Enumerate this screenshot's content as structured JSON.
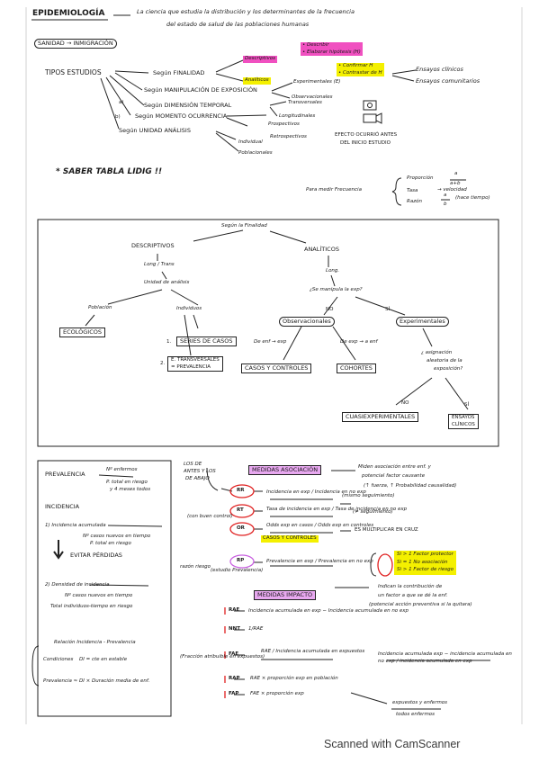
{
  "colors": {
    "ink": "#1a1a1a",
    "pink": "#f050c0",
    "yellow": "#f4f000",
    "red": "#e02020",
    "violet": "#c860e0"
  },
  "header": {
    "title": "EPIDEMIOLOGÍA",
    "def1": "La ciencia que estudia la distribución y los determinantes de la frecuencia",
    "def2": "del estado de salud de las poblaciones humanas"
  },
  "left": {
    "sanidad": "SANIDAD → INMIGRACIÓN",
    "tipos": "TIPOS ESTUDIOS",
    "finalidad": "Según FINALIDAD",
    "manipulacion": "Según MANIPULACIÓN DE EXPOSICIÓN",
    "temporal": "Según DIMENSIÓN TEMPORAL",
    "momento": "Según MOMENTO OCURRENCIA",
    "unidad": "Según UNIDAD ANÁLISIS",
    "num_a": "a)",
    "num_b": "b)"
  },
  "mid": {
    "descriptivos": "Descriptivos",
    "analiticos": "Analíticos",
    "describir1": "• Describir",
    "describir2": "• Elaborar hipótesis (H)",
    "confirmar1": "• Confirmar H",
    "confirmar2": "• Contrastar de H",
    "experimentales": "Experimentales (E)",
    "observacionales": "Observacionales",
    "transversales": "Transversales",
    "longitudinales": "Longitudinales",
    "prospectivos": "Prospectivos",
    "retrospectivos": "Retrospectivos",
    "individual": "Individual",
    "poblacionales": "Poblacionales"
  },
  "right": {
    "ensayos": "Ensayos clínicos",
    "ensayos2": "Ensayos comunitarios",
    "efecto1": "EFECTO OCURRIÓ ANTES",
    "efecto2": "DEL INICIO ESTUDIO"
  },
  "saber": "* SABER TABLA LIDIG !!",
  "freq": {
    "medir": "Para medir Frecuencia",
    "proporcion": "Proporción",
    "prop_num": "a",
    "prop_den": "a+b",
    "tasa": "Tasa",
    "tasa_note": "→ velocidad",
    "tasa_note2": "(hace tiempo)",
    "razon": "Razón",
    "razon_num": "a",
    "razon_den": "b"
  },
  "tree": {
    "root": "Según la Finalidad",
    "descriptivos": "DESCRIPTIVOS",
    "analiticos": "ANALÍTICOS",
    "d_sub": "Long / Trans",
    "unidad": "Unidad de análisis",
    "poblacion": "Población",
    "individuos": "Individuos",
    "ecologicos": "ECOLÓGICOS",
    "series": "SERIES DE CASOS",
    "transversales": "E. TRANSVERSALES",
    "prevalencia": "= PREVALENCIA",
    "n1": "1.",
    "n2": "2.",
    "a_sub": "Long.",
    "se_manipula": "¿Se manipula la exp?",
    "no": "NO",
    "si": "SÍ",
    "observacionales": "Observacionales",
    "experimentales": "Experimentales",
    "de_enf": "De enf → exp",
    "de_exp": "De exp → a enf",
    "casos": "CASOS Y CONTROLES",
    "cohortes": "COHORTES",
    "asignacion1": "¿ asignación",
    "asignacion2": "aleatoria de la",
    "asignacion3": "exposición?",
    "cuasi": "CUASIEXPERIMENTALES",
    "no2": "NO",
    "si2": "SÍ",
    "ensayos": "ENSAYOS",
    "ensayos2": "CLÍNICOS"
  },
  "bottom_left": {
    "prevalencia": "PREVALENCIA",
    "prev_num": "Nº enfermos",
    "prev_den1": "P. total en riesgo",
    "prev_den2": "y 4 meses todos",
    "incidencia": "INCIDENCIA",
    "inc1": "1) Incidencia acumulada",
    "inc1_num": "Nº casos nuevos en tiempo",
    "inc1_den": "P. total en riesgo",
    "evitar": "EVITAR PÉRDIDAS",
    "inc2": "2) Densidad de incidencia",
    "inc2_num": "Nº casos nuevos en tiempo",
    "inc2_den": "Total individuos-tiempo en riesgo",
    "rel": "Relación Incidencia - Prevalencia",
    "rel1": "Condiciones",
    "rel1b": "DI = cte en estable",
    "rel2": "Prevalencia ≈ DI × Duración media de enf."
  },
  "bottom_right": {
    "antes": "LOS DE",
    "antes2": "ANTES Y LOS",
    "antes3": "DE ABAJO",
    "asociacion": "MEDIDAS ASOCIACIÓN",
    "asoc_note1": "Miden asociación entre enf. y",
    "asoc_note2": "potencial factor causante",
    "asoc_note3": "(↑ fuerza, ↑ Probabilidad causalidad)",
    "rr": "RR",
    "rr_text": "Incidencia en exp / Incidencia en no exp",
    "rr_note": "(mismo seguimiento)",
    "rt": "RT",
    "rt_text": "Tasa de incidencia en exp / Tasa de incidencia en no exp",
    "rt_note": "(≠ seguimiento)",
    "rt_side": "(con buen control)",
    "or": "OR",
    "or_text": "Odds exp en casos / Odds exp en controles",
    "or_note": "ES MULTIPLICAR EN CRUZ",
    "casos": "CASOS Y CONTROLES",
    "rp": "RP",
    "rp_text": "Prevalencia en exp / Prevalencia en no exp",
    "rp_side": "(estudio Prevalencia)",
    "rp_side2": "razón riesgo",
    "yellow1": "Si > 1 Factor protector",
    "yellow2": "Si = 1 No asociación",
    "yellow3": "Si > 1 Factor de riesgo",
    "impacto": "MEDIDAS IMPACTO",
    "imp_note1": "Indican la contribución de",
    "imp_note2": "un factor a que se dé la enf.",
    "imp_note3": "(potencial acción preventiva si la quitara)",
    "rae": "RAE",
    "rae_text": "Incidencia acumulada en exp − Incidencia acumulada en no exp",
    "nnt": "NNT",
    "nnt_text": "1/RAE",
    "fae": "FAE",
    "fae_text": "RAE / Incidencia acumulada en expuestos",
    "fae_eq": "Incidencia acumulada exp − incidencia acumulada en no exp / incidencia acumulada en exp",
    "fae_side": "(Fracción atribuible en expuestos)",
    "rap": "RAP",
    "rap_text": "RAE × proporción exp en población",
    "fap": "FAP",
    "fap_text": "FAE × proporción exp",
    "fap_note1": "expuestos y enfermos",
    "fap_note2": "todos enfermos"
  },
  "footer": "Scanned with CamScanner"
}
